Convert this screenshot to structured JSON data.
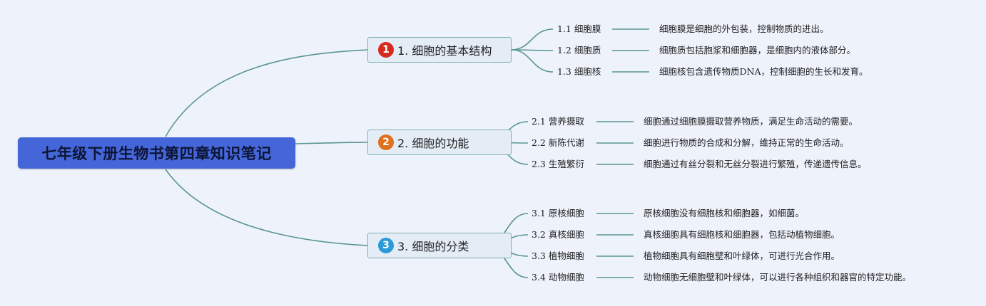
{
  "root": {
    "title": "七年级下册生物书第四章知识笔记"
  },
  "colors": {
    "connector": "#5a9690",
    "root_fill": "#4566d8",
    "badge_1": "#d62a1f",
    "badge_2": "#e07020",
    "badge_3": "#2b9ad8"
  },
  "branches": [
    {
      "badge": "1",
      "label": "1. 细胞的基本结构",
      "items": [
        {
          "label": "1.1 细胞膜",
          "desc": "细胞膜是细胞的外包装，控制物质的进出。"
        },
        {
          "label": "1.2 细胞质",
          "desc": "细胞质包括胞浆和细胞器，是细胞内的液体部分。"
        },
        {
          "label": "1.3 细胞核",
          "desc": "细胞核包含遗传物质DNA，控制细胞的生长和发育。"
        }
      ]
    },
    {
      "badge": "2",
      "label": "2. 细胞的功能",
      "items": [
        {
          "label": "2.1 营养摄取",
          "desc": "细胞通过细胞膜摄取营养物质，满足生命活动的需要。"
        },
        {
          "label": "2.2 新陈代谢",
          "desc": "细胞进行物质的合成和分解，维持正常的生命活动。"
        },
        {
          "label": "2.3 生殖繁衍",
          "desc": "细胞通过有丝分裂和无丝分裂进行繁殖，传递遗传信息。"
        }
      ]
    },
    {
      "badge": "3",
      "label": "3. 细胞的分类",
      "items": [
        {
          "label": "3.1 原核细胞",
          "desc": "原核细胞没有细胞核和细胞器，如细菌。"
        },
        {
          "label": "3.2 真核细胞",
          "desc": "真核细胞具有细胞核和细胞器，包括动植物细胞。"
        },
        {
          "label": "3.3 植物细胞",
          "desc": "植物细胞具有细胞壁和叶绿体，可进行光合作用。"
        },
        {
          "label": "3.4 动物细胞",
          "desc": "动物细胞无细胞壁和叶绿体，可以进行各种组织和器官的特定功能。"
        }
      ]
    }
  ]
}
